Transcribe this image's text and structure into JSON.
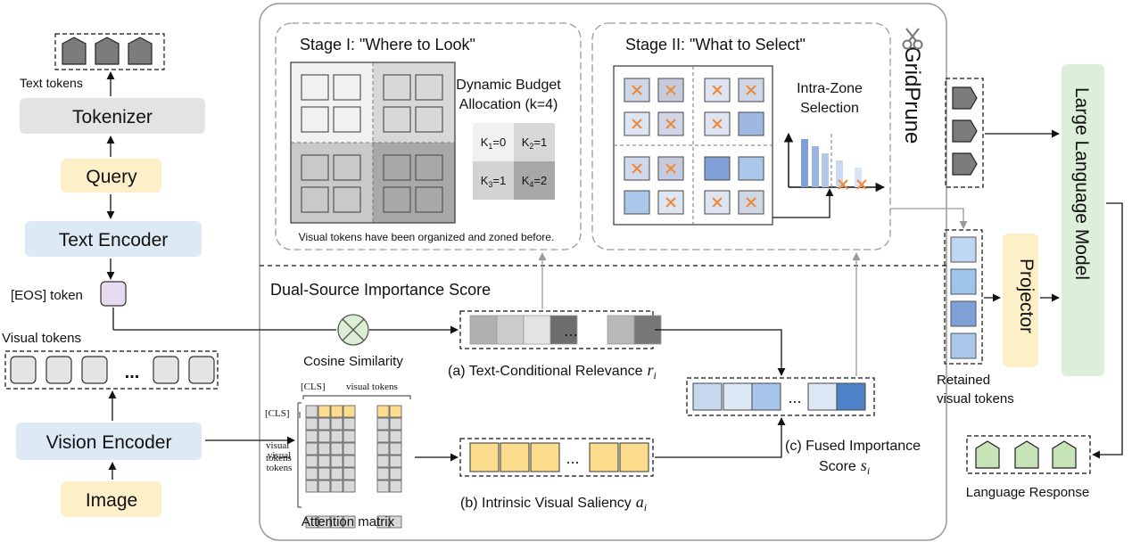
{
  "left_pipeline": {
    "text_tokens": "Text tokens",
    "tokenizer": "Tokenizer",
    "query": "Query",
    "text_encoder": "Text Encoder",
    "eos_token": "[EOS] token",
    "visual_tokens": "Visual tokens",
    "ellipsis": "...",
    "vision_encoder": "Vision Encoder",
    "image": "Image"
  },
  "gridprune": {
    "title": "GridPrune",
    "stage1": {
      "title": "Stage I: \"Where to Look\"",
      "budget_line1": "Dynamic Budget",
      "budget_line2": "Allocation (k=4)",
      "k1": "K",
      "k1_sub": "1",
      "k1_val": "=0",
      "k2": "K",
      "k2_sub": "2",
      "k2_val": "=1",
      "k3": "K",
      "k3_sub": "3",
      "k3_val": "=1",
      "k4": "K",
      "k4_sub": "4",
      "k4_val": "=2",
      "caption": "Visual tokens have been organized and zoned before."
    },
    "stage2": {
      "title": "Stage II: \"What to Select\"",
      "intra_line1": "Intra-Zone",
      "intra_line2": "Selection"
    },
    "dual_source": {
      "title": "Dual-Source Importance Score",
      "cosine": "Cosine Similarity",
      "relevance_label": "(a) Text-Conditional Relevance",
      "relevance_sym": "r",
      "relevance_sub": "i",
      "saliency_label": "(b) Intrinsic Visual Saliency",
      "saliency_sym": "a",
      "saliency_sub": "i",
      "fused_line1": "(c) Fused Importance",
      "fused_line2": "Score",
      "fused_sym": "s",
      "fused_sub": "i",
      "cls_top": "[CLS]",
      "visual_tokens_top": "visual tokens",
      "cls_left": "[CLS]",
      "visual_left_1": "visual",
      "visual_left_2": "tokens",
      "visual_tokens_arrow_1": "visual",
      "visual_tokens_arrow_2": "tokens",
      "attention_matrix": "Attention matrix",
      "ellipsis": "..."
    }
  },
  "right_pipeline": {
    "retained_line1": "Retained",
    "retained_line2": "visual tokens",
    "projector": "Projector",
    "llm": "Large Language Model",
    "language_response": "Language Response"
  },
  "colors": {
    "tokenizer_bg": "#e3e3e3",
    "query_bg": "#fdf0c8",
    "encoder_bg": "#dde9f5",
    "eos_bg": "#e6dbf0",
    "llm_bg": "#dcefd8",
    "projector_bg": "#fdf0c8",
    "cosine_bg": "#dcefd4",
    "saliency_cell": "#fbdd8d",
    "response_token": "#c7e3b8",
    "cross_mark": "#f08a3c"
  }
}
